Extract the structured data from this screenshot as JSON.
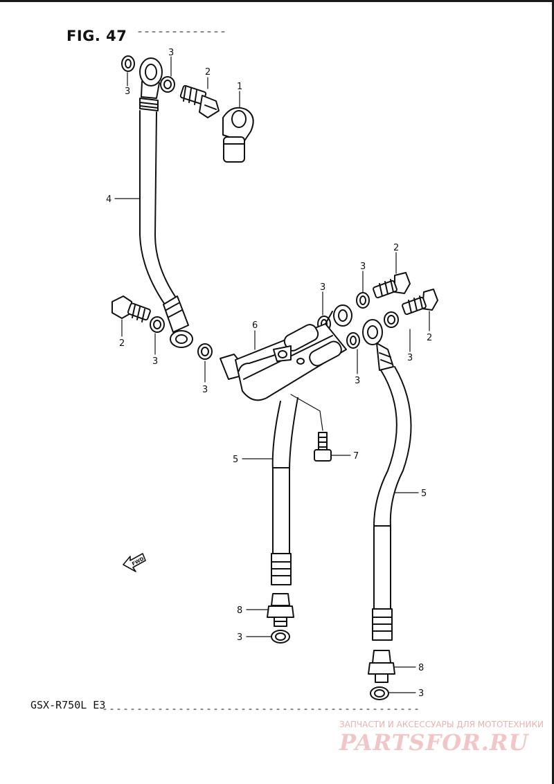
{
  "figure": {
    "title": "FIG. 47",
    "model": "GSX-R750L E3"
  },
  "direction_label": "FWD",
  "callouts": [
    "1",
    "2",
    "3",
    "4",
    "5",
    "6",
    "7",
    "8"
  ],
  "watermark": {
    "caption": "ЗАПЧАСТИ И АКСЕССУАРЫ ДЛЯ МОТОТЕХНИКИ",
    "logo": "PARTSFOR.RU"
  },
  "colors": {
    "ink": "#111111",
    "watermark": "#f1c6c6"
  }
}
